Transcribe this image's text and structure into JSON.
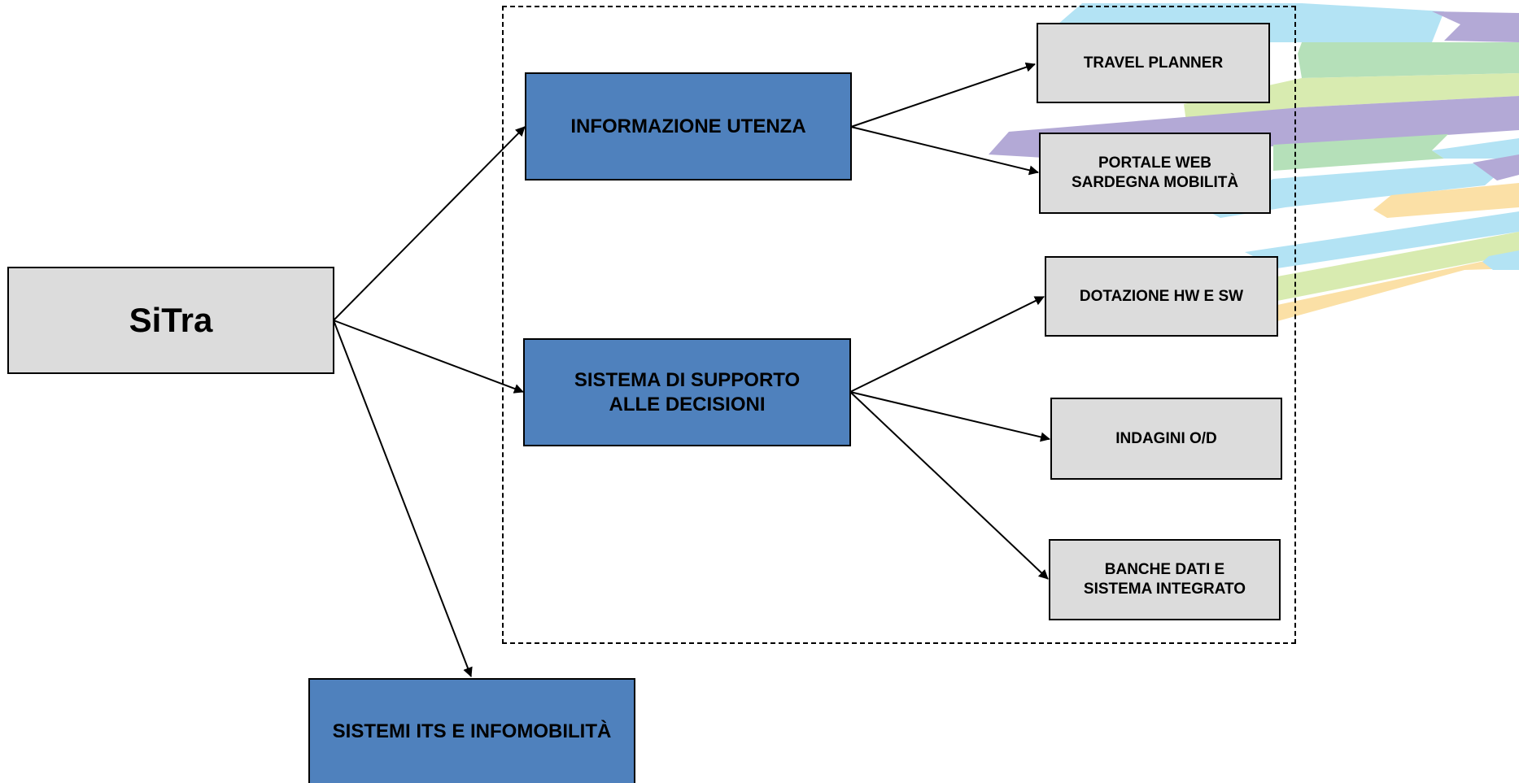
{
  "diagram": {
    "root": {
      "label": "SiTra"
    },
    "categories": [
      {
        "id": "info",
        "label": "INFORMAZIONE UTENZA"
      },
      {
        "id": "dss",
        "label": "SISTEMA DI SUPPORTO\nALLE DECISIONI"
      },
      {
        "id": "its",
        "label": "SISTEMI ITS E INFOMOBILITÀ"
      }
    ],
    "leaves": [
      {
        "id": "travel",
        "label": "TRAVEL PLANNER",
        "parent": "info"
      },
      {
        "id": "portale",
        "label": "PORTALE WEB\nSARDEGNA MOBILITÀ",
        "parent": "info"
      },
      {
        "id": "dotazione",
        "label": "DOTAZIONE HW E SW",
        "parent": "dss"
      },
      {
        "id": "indagini",
        "label": "INDAGINI O/D",
        "parent": "dss"
      },
      {
        "id": "banche",
        "label": "BANCHE DATI E\nSISTEMA INTEGRATO",
        "parent": "dss"
      }
    ],
    "colors": {
      "category_fill": "#4f81bd",
      "leaf_fill": "#dcdcdc",
      "stroke": "#000000",
      "ribbons": [
        "#b3e3f4",
        "#b3a9d6",
        "#b5e0b9",
        "#d8ebb0",
        "#fbe0a6"
      ]
    }
  }
}
